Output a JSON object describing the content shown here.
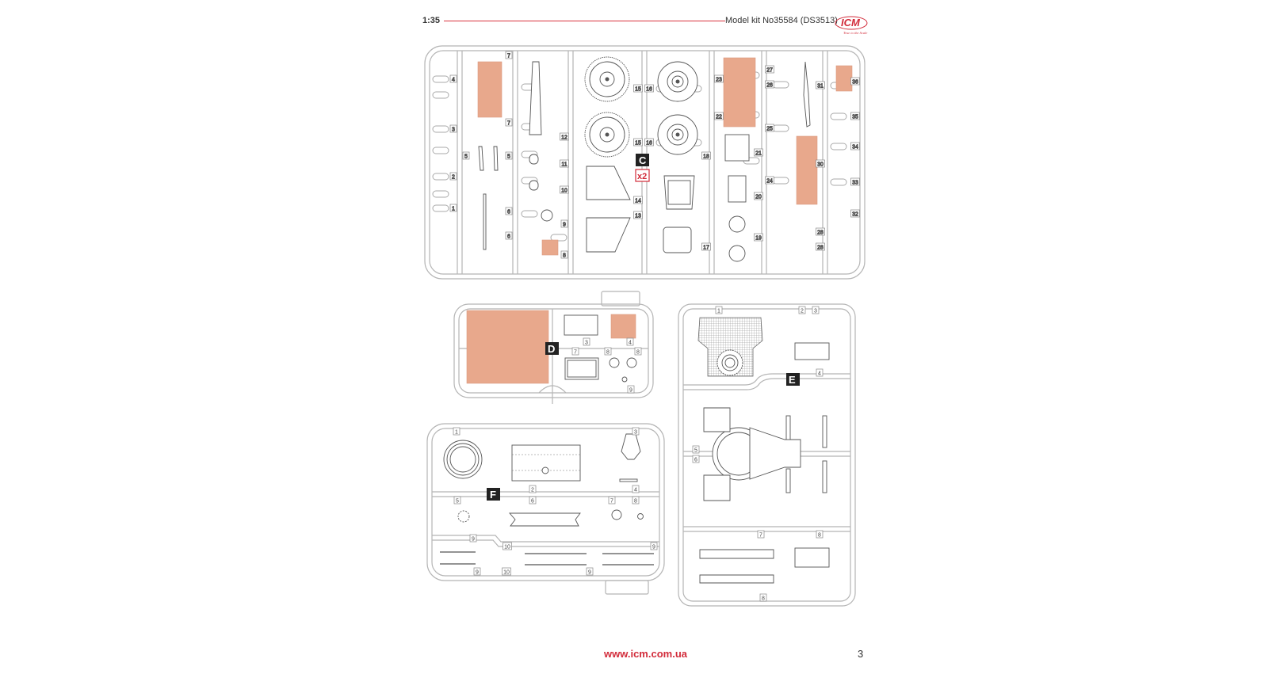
{
  "header": {
    "scale": "1:35",
    "kit_title": "Model kit No35584 (DS3513)",
    "logo_text": "ICM",
    "logo_tagline": "True to the Scale"
  },
  "sprues": {
    "C": {
      "label": "C",
      "quantity": "x2",
      "parts": [
        "4",
        "3",
        "2",
        "1",
        "5",
        "5",
        "7",
        "7",
        "6",
        "6",
        "12",
        "11",
        "10",
        "9",
        "8",
        "15",
        "15",
        "16",
        "16",
        "14",
        "13",
        "18",
        "17",
        "23",
        "22",
        "21",
        "20",
        "19",
        "27",
        "26",
        "25",
        "24",
        "28",
        "28",
        "31",
        "30",
        "36",
        "35",
        "34",
        "33",
        "32"
      ]
    },
    "D": {
      "label": "D",
      "parts": [
        "3",
        "4",
        "7",
        "8",
        "8",
        "9"
      ]
    },
    "E": {
      "label": "E",
      "parts": [
        "1",
        "2",
        "3",
        "4",
        "5",
        "6",
        "7",
        "8",
        "8"
      ]
    },
    "F": {
      "label": "F",
      "parts": [
        "1",
        "3",
        "2",
        "4",
        "5",
        "6",
        "7",
        "8",
        "9",
        "10",
        "9",
        "9",
        "10",
        "9"
      ]
    }
  },
  "footer": {
    "website": "www.icm.com.ua",
    "page_number": "3"
  },
  "colors": {
    "accent": "#d22b3a",
    "decal": "#e8a88c",
    "sprue": "#b5b5b5"
  }
}
